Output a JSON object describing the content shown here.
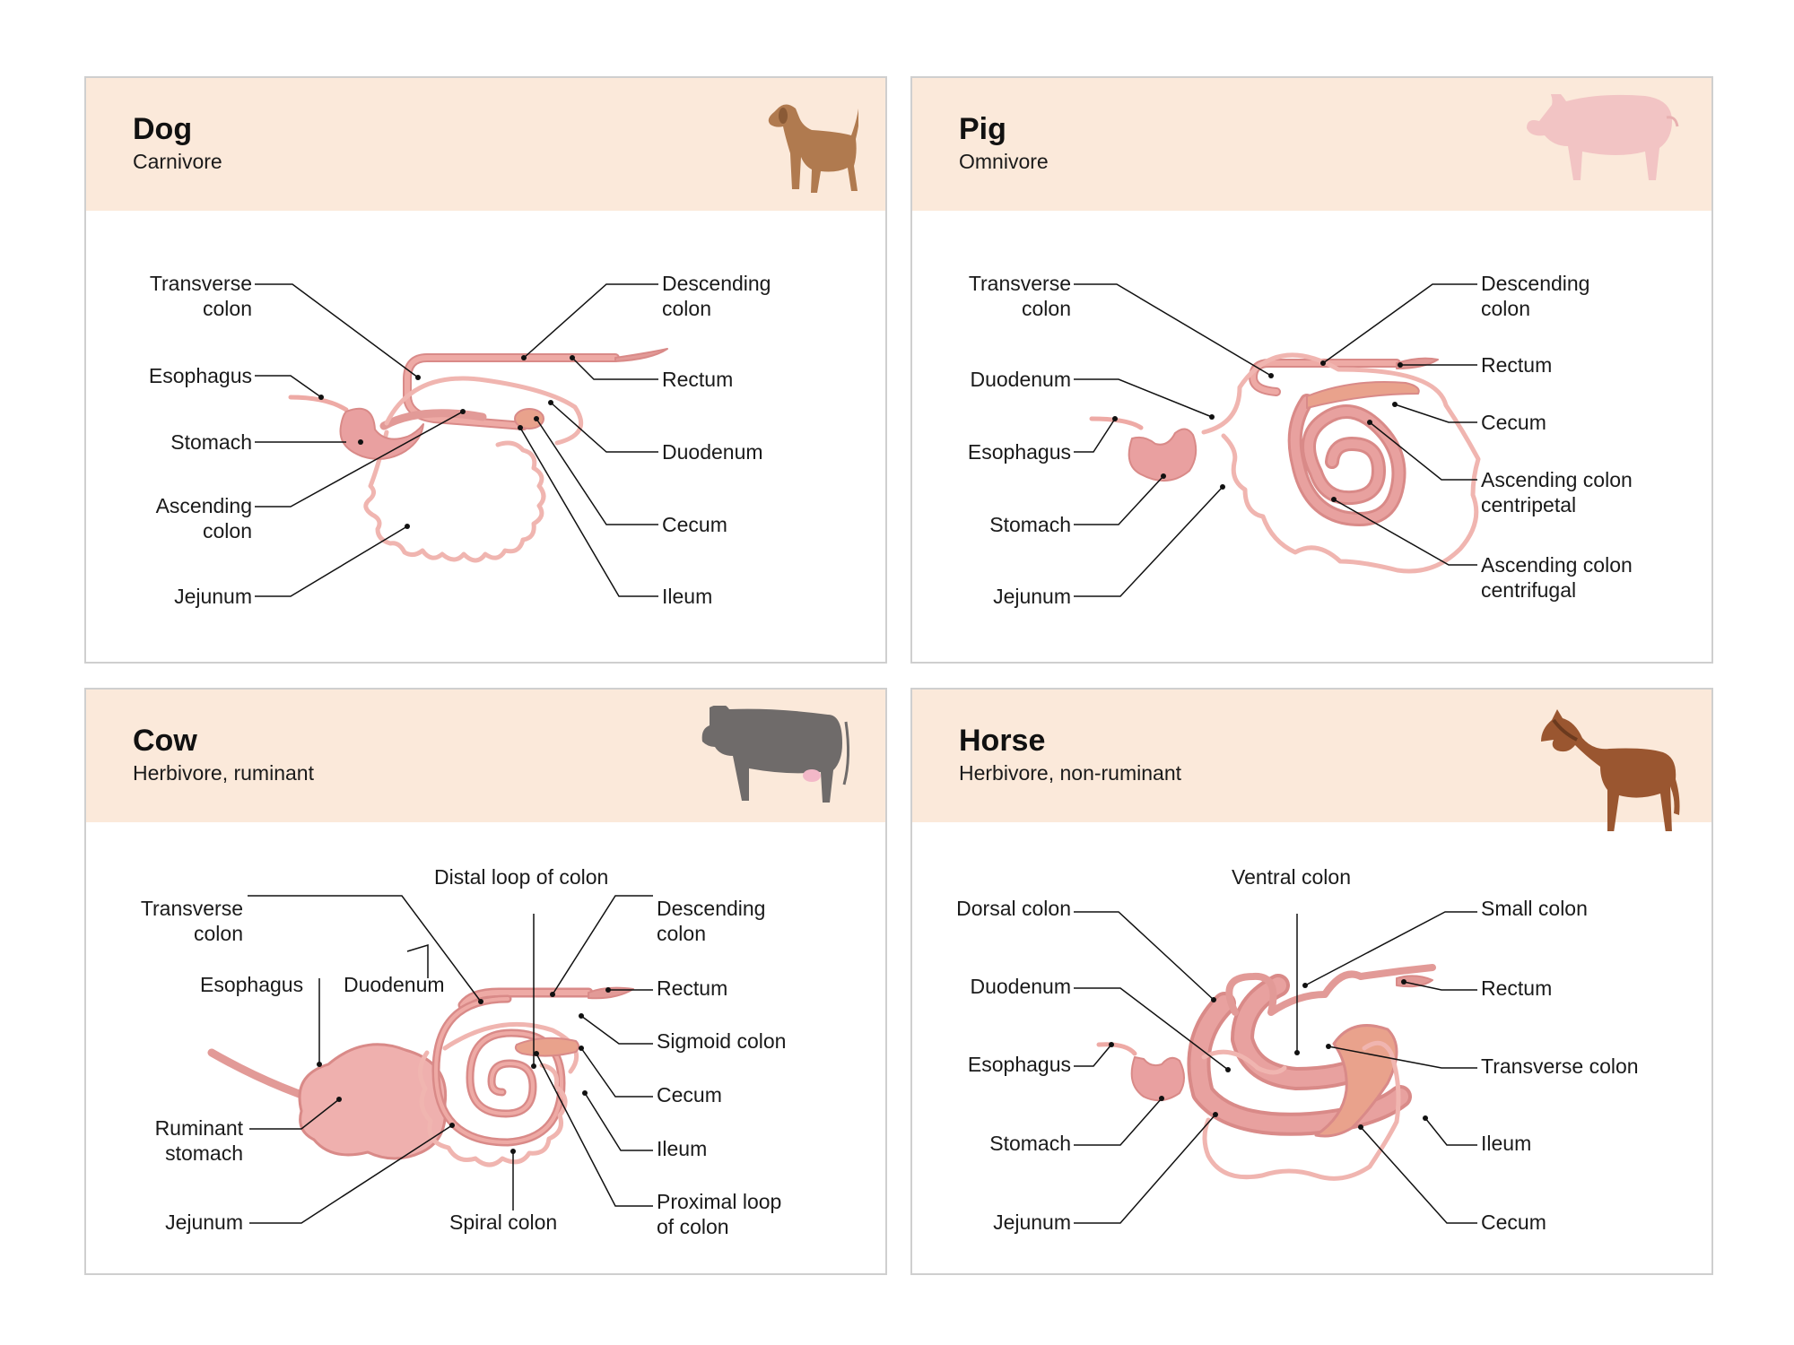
{
  "panels": [
    {
      "title": "Dog",
      "subtitle": "Carnivore",
      "animal_icon": "dog-icon",
      "labels": {
        "transverse_colon": "Transverse\ncolon",
        "esophagus": "Esophagus",
        "stomach": "Stomach",
        "ascending_colon": "Ascending\ncolon",
        "jejunum": "Jejunum",
        "descending_colon": "Descending\ncolon",
        "rectum": "Rectum",
        "duodenum": "Duodenum",
        "cecum": "Cecum",
        "ileum": "Ileum"
      }
    },
    {
      "title": "Pig",
      "subtitle": "Omnivore",
      "animal_icon": "pig-icon",
      "labels": {
        "transverse_colon": "Transverse\ncolon",
        "duodenum": "Duodenum",
        "esophagus": "Esophagus",
        "stomach": "Stomach",
        "jejunum": "Jejunum",
        "descending_colon": "Descending\ncolon",
        "rectum": "Rectum",
        "cecum": "Cecum",
        "ascending_colon_centripetal": "Ascending colon\ncentripetal",
        "ascending_colon_centrifugal": "Ascending colon\ncentrifugal"
      }
    },
    {
      "title": "Cow",
      "subtitle": "Herbivore, ruminant",
      "animal_icon": "cow-icon",
      "labels": {
        "distal_loop_of_colon": "Distal loop of colon",
        "transverse_colon": "Transverse\ncolon",
        "esophagus": "Esophagus",
        "duodenum": "Duodenum",
        "ruminant_stomach": "Ruminant\nstomach",
        "jejunum": "Jejunum",
        "spiral_colon": "Spiral colon",
        "descending_colon": "Descending\ncolon",
        "rectum": "Rectum",
        "sigmoid_colon": "Sigmoid colon",
        "cecum": "Cecum",
        "ileum": "Ileum",
        "proximal_loop_of_colon": "Proximal loop\nof colon"
      }
    },
    {
      "title": "Horse",
      "subtitle": "Herbivore, non-ruminant",
      "animal_icon": "horse-icon",
      "labels": {
        "ventral_colon": "Ventral colon",
        "dorsal_colon": "Dorsal colon",
        "duodenum": "Duodenum",
        "esophagus": "Esophagus",
        "stomach": "Stomach",
        "jejunum": "Jejunum",
        "small_colon": "Small colon",
        "rectum": "Rectum",
        "transverse_colon": "Transverse colon",
        "ileum": "Ileum",
        "cecum": "Cecum"
      }
    }
  ],
  "colors": {
    "header_bg": "#fbe9da",
    "intestine": "#eeaaa5",
    "intestine_dark": "#d98a88",
    "stomach": "#e9a0a0",
    "cecum": "#e9a28c",
    "dog": "#b07a4f",
    "pig": "#f2c4c4",
    "cow": "#6f6b6a",
    "horse": "#9a5630"
  }
}
